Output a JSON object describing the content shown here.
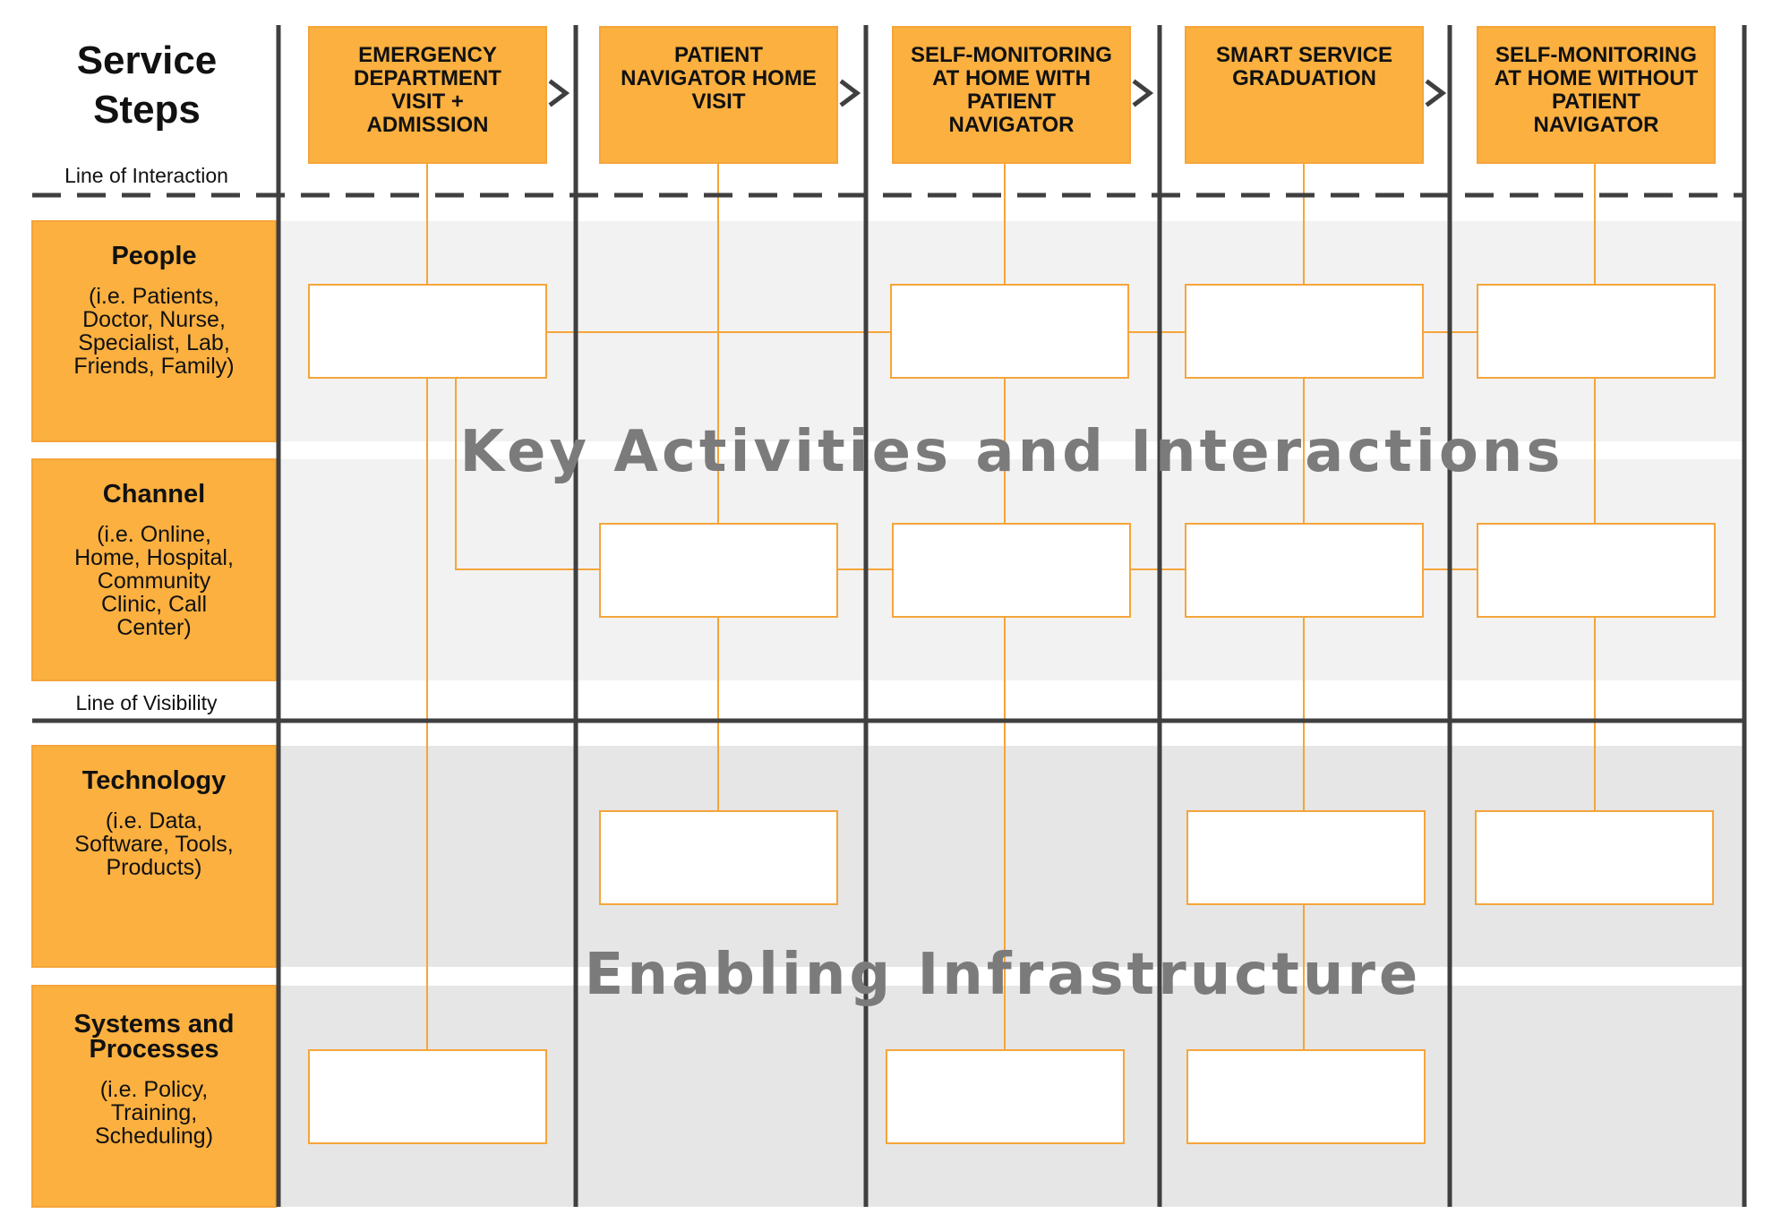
{
  "header": {
    "title": "Service Steps"
  },
  "steps": [
    {
      "label": "EMERGENCY\nDEPARTMENT\nVISIT +\nADMISSION"
    },
    {
      "label": "PATIENT\nNAVIGATOR HOME\nVISIT"
    },
    {
      "label": "SELF-MONITORING\nAT HOME WITH\nPATIENT\nNAVIGATOR"
    },
    {
      "label": "SMART SERVICE\nGRADUATION"
    },
    {
      "label": "SELF-MONITORING\nAT HOME WITHOUT\nPATIENT\nNAVIGATOR"
    }
  ],
  "lines": {
    "interaction": "Line of Interaction",
    "visibility": "Line of Visibility"
  },
  "rows": [
    {
      "title": "People",
      "description": "(i.e. Patients,\nDoctor, Nurse,\nSpecialist, Lab,\nFriends, Family)"
    },
    {
      "title": "Channel",
      "description": "(i.e. Online,\nHome, Hospital,\nCommunity\nClinic, Call\nCenter)"
    },
    {
      "title": "Technology",
      "description": "(i.e. Data,\nSoftware, Tools,\nProducts)"
    },
    {
      "title": "Systems and\nProcesses",
      "description": "(i.e. Policy,\nTraining,\nScheduling)"
    }
  ],
  "bands": {
    "top": "Key Activities and Interactions",
    "bottom": "Enabling Infrastructure"
  },
  "colors": {
    "orange": "#fbb040",
    "orange_stroke": "#f5a53a",
    "light_band": "#f2f2f2",
    "dark_band": "#e6e6e6",
    "divider": "#3f3f3f",
    "band_text": "#7b7b7b"
  }
}
